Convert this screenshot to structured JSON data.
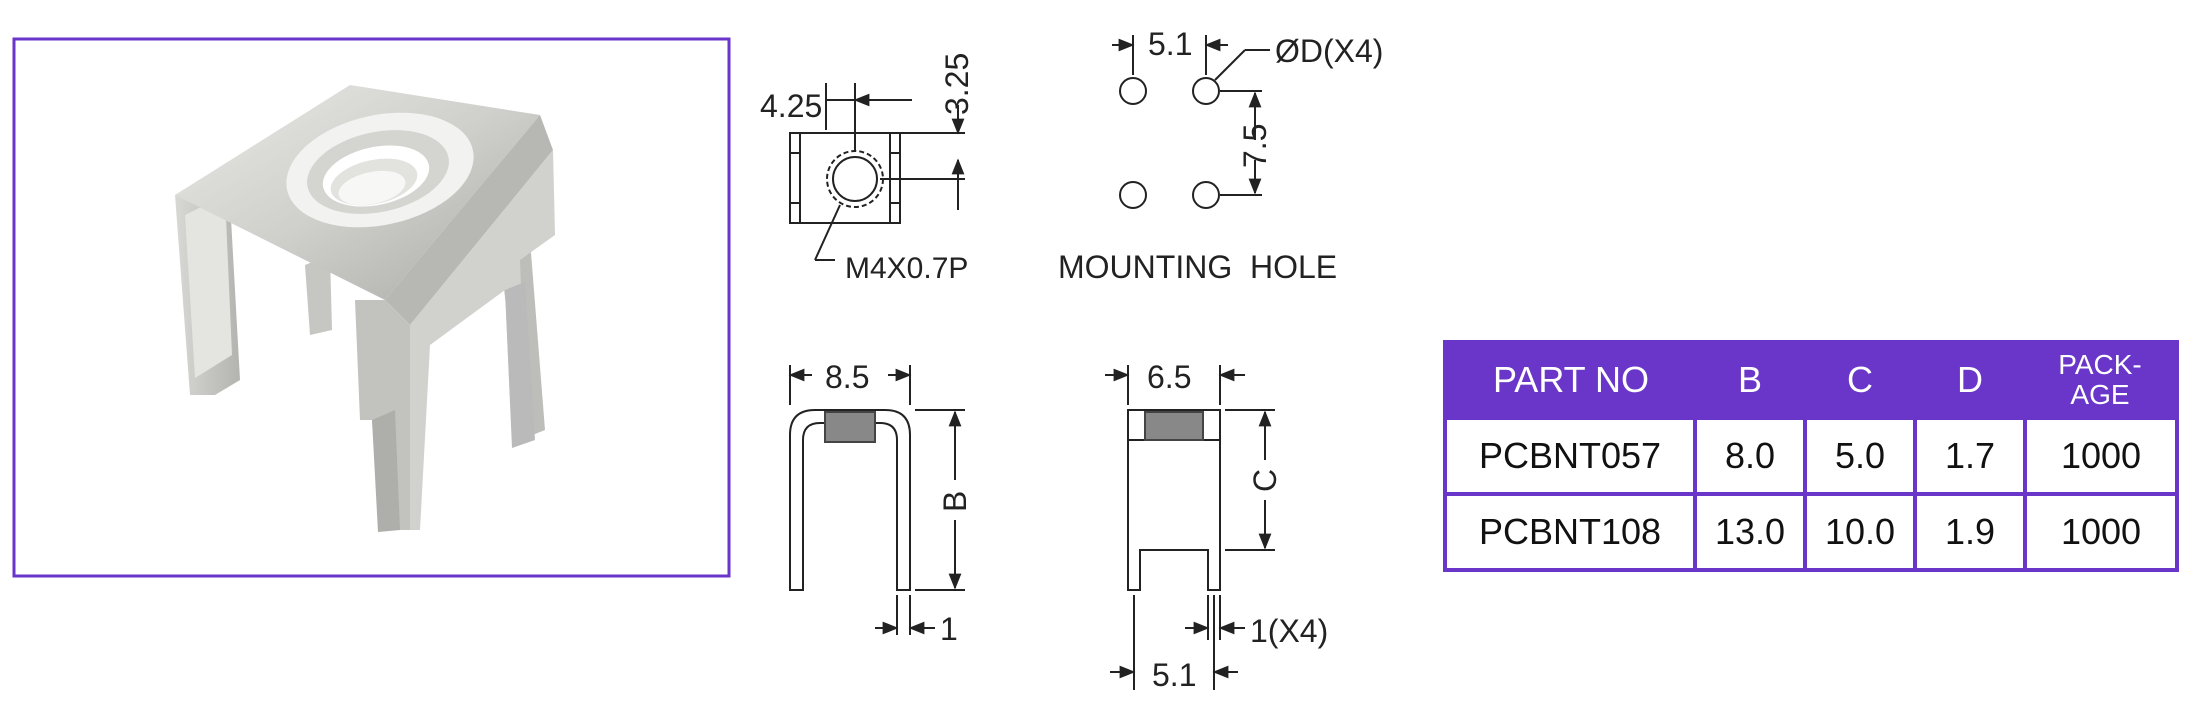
{
  "drawing": {
    "thread_label": "M4X0.7P",
    "mounting_hole_label": "MOUNTING  HOLE",
    "dims": {
      "top_width": "4.25",
      "top_height": "3.25",
      "hole_spacing_x": "5.1",
      "hole_diameter": "ØD(X4)",
      "hole_spacing_y": "7.5",
      "side_width": "8.5",
      "side_height": "B",
      "side_thickness": "1",
      "front_width": "6.5",
      "front_height": "C",
      "pin_width": "1(X4)",
      "pin_spacing": "5.1"
    }
  },
  "colors": {
    "accent": "#6a35c9",
    "header_text": "#ffffff"
  },
  "table": {
    "headers": [
      "PART NO",
      "B",
      "C",
      "D",
      "PACK-\nAGE"
    ],
    "rows": [
      [
        "PCBNT057",
        "8.0",
        "5.0",
        "1.7",
        "1000"
      ],
      [
        "PCBNT108",
        "13.0",
        "10.0",
        "1.9",
        "1000"
      ]
    ]
  }
}
